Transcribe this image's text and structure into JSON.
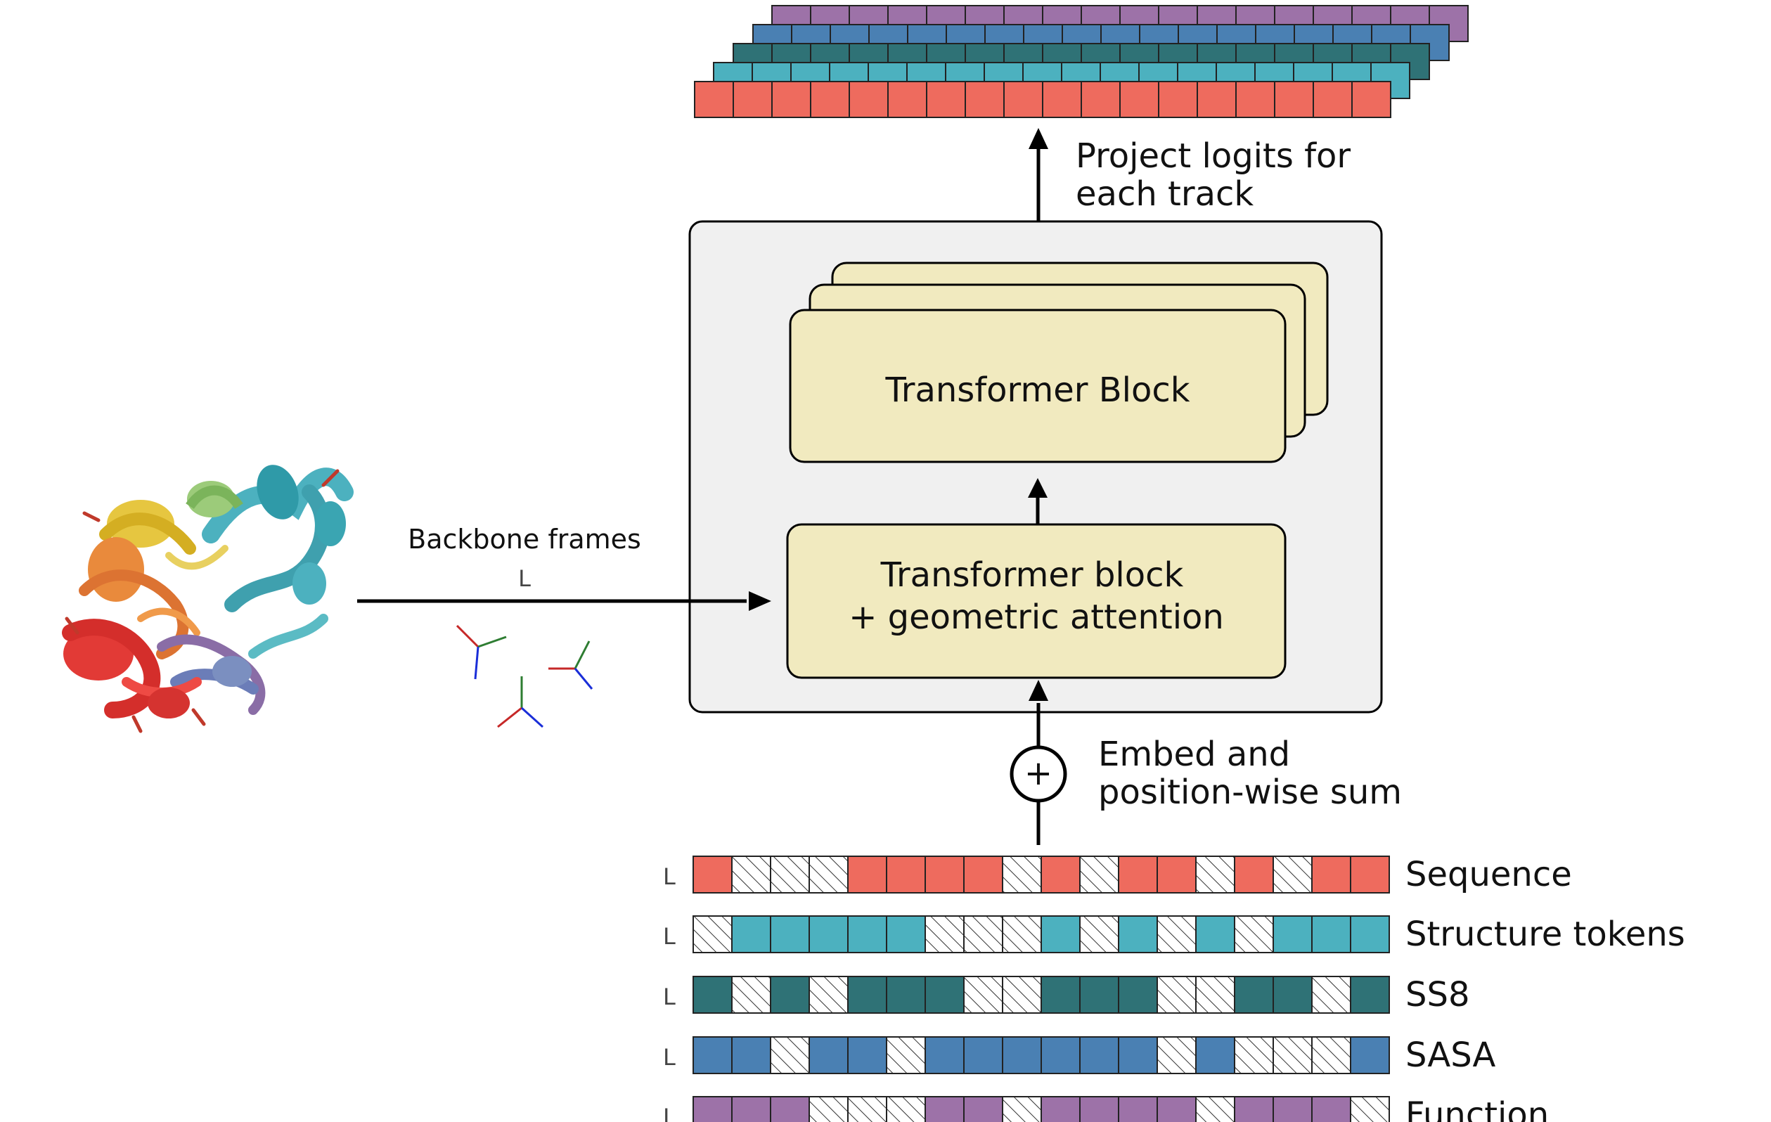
{
  "colors": {
    "sequence": "#EE6B5E",
    "structure_tokens": "#4CB1BF",
    "ss8": "#2F7276",
    "sasa": "#4A80B3",
    "function": "#9D72A8",
    "block_fill": "#F1EABF",
    "container_fill": "#F0F0F0",
    "masked_fill": "#FFFFFF"
  },
  "blocks": {
    "stack_label": "Transformer Block",
    "geo_line1": "Transformer block",
    "geo_line2": "+ geometric attention"
  },
  "annotations": {
    "project_line1": "Project logits for",
    "project_line2": "each track",
    "embed_line1": "Embed and",
    "embed_line2": "position-wise sum",
    "backbone_label": "Backbone frames",
    "length_marker": "L",
    "sum_symbol": "+"
  },
  "input_tracks": [
    {
      "name": "Sequence",
      "color": "sequence",
      "mask": [
        0,
        1,
        1,
        1,
        0,
        0,
        0,
        0,
        1,
        0,
        1,
        0,
        0,
        1,
        0,
        1,
        0,
        0
      ]
    },
    {
      "name": "Structure tokens",
      "color": "structure_tokens",
      "mask": [
        1,
        0,
        0,
        0,
        0,
        0,
        1,
        1,
        1,
        0,
        1,
        0,
        1,
        0,
        1,
        0,
        0,
        0
      ]
    },
    {
      "name": "SS8",
      "color": "ss8",
      "mask": [
        0,
        1,
        0,
        1,
        0,
        0,
        0,
        1,
        1,
        0,
        0,
        0,
        1,
        1,
        0,
        0,
        1,
        0
      ]
    },
    {
      "name": "SASA",
      "color": "sasa",
      "mask": [
        0,
        0,
        1,
        0,
        0,
        1,
        0,
        0,
        0,
        0,
        0,
        0,
        1,
        0,
        1,
        1,
        1,
        0
      ]
    },
    {
      "name": "Function",
      "color": "function",
      "mask": [
        0,
        0,
        0,
        1,
        1,
        1,
        0,
        0,
        1,
        0,
        0,
        0,
        0,
        1,
        0,
        0,
        0,
        1
      ]
    }
  ],
  "output_layers": [
    "function",
    "sasa",
    "ss8",
    "structure_tokens",
    "sequence"
  ],
  "protein_icon": "protein-structure-ribbon",
  "frame_icons": [
    "coordinate-frame-icon",
    "coordinate-frame-icon",
    "coordinate-frame-icon"
  ]
}
